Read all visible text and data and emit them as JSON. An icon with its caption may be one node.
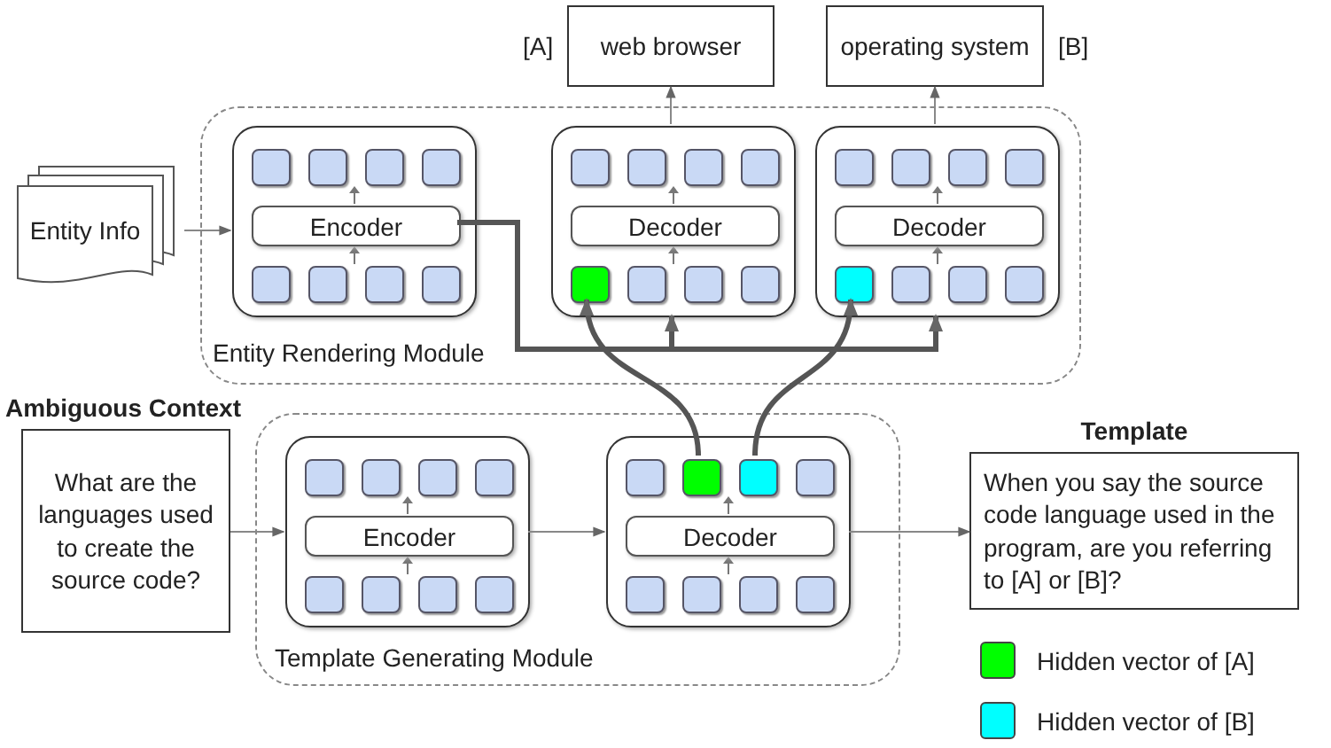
{
  "diagram": {
    "nodes": [
      {
        "text": [
          "web browser"
        ],
        "beside": [
          "[A]"
        ]
      },
      {
        "text": [
          "operating system"
        ],
        "beside": [
          "[B]"
        ]
      },
      {
        "text": [
          "Entity Info"
        ]
      },
      {
        "text": [
          "Entity Rendering Module"
        ]
      },
      {
        "text": [],
        "shape": "box",
        "in": 3
      },
      {
        "text": [
          "Encoder"
        ],
        "in": 4
      },
      {
        "text": [],
        "shape": "box",
        "in": 3
      },
      {
        "text": [
          "Decoder"
        ],
        "in": 6
      },
      {
        "text": [],
        "shape": "box",
        "in": 6
      },
      {
        "text": [],
        "shape": "box",
        "in": 3
      },
      {
        "text": [
          "Decoder"
        ],
        "in": 9
      },
      {
        "text": [],
        "shape": "box",
        "in": 9
      },
      {
        "text": [
          "Ambiguous Context",
          "What are the languages used to create the source code?"
        ]
      },
      {
        "text": [
          "Template Generating Module"
        ]
      },
      {
        "text": [],
        "shape": "box",
        "in": 13
      },
      {
        "text": [
          "Encoder"
        ],
        "in": 14
      },
      {
        "text": [],
        "shape": "box",
        "in": 13
      },
      {
        "text": [
          "Decoder"
        ],
        "in": 16
      },
      {
        "text": [],
        "shape": "box",
        "in": 16
      },
      {
        "text": [],
        "shape": "box",
        "in": 16
      },
      {
        "text": [
          "Template",
          "When you say the source code language used in the program, are you referring to [A] or [B]?"
        ]
      }
    ],
    "edges": [
      {
        "from": 2,
        "to": 4,
        "arrow": "to"
      },
      {
        "from": 5,
        "to": 6,
        "arrow": "to",
        "style": "thick"
      },
      {
        "from": 5,
        "to": 9,
        "arrow": "to",
        "style": "thick"
      },
      {
        "from": 6,
        "to": 0,
        "arrow": "to"
      },
      {
        "from": 9,
        "to": 1,
        "arrow": "to"
      },
      {
        "from": 12,
        "to": 14,
        "arrow": "to"
      },
      {
        "from": 14,
        "to": 16,
        "arrow": "to"
      },
      {
        "from": 16,
        "to": 20,
        "arrow": "to"
      },
      {
        "from": 18,
        "to": 8,
        "arrow": "to",
        "style": "thick"
      },
      {
        "from": 19,
        "to": 11,
        "arrow": "to",
        "style": "thick"
      }
    ],
    "legend": [
      {
        "text": "Hidden vector of [A]",
        "color": "#00ff00"
      },
      {
        "text": "Hidden vector of [B]",
        "color": "#00ffff"
      }
    ]
  }
}
